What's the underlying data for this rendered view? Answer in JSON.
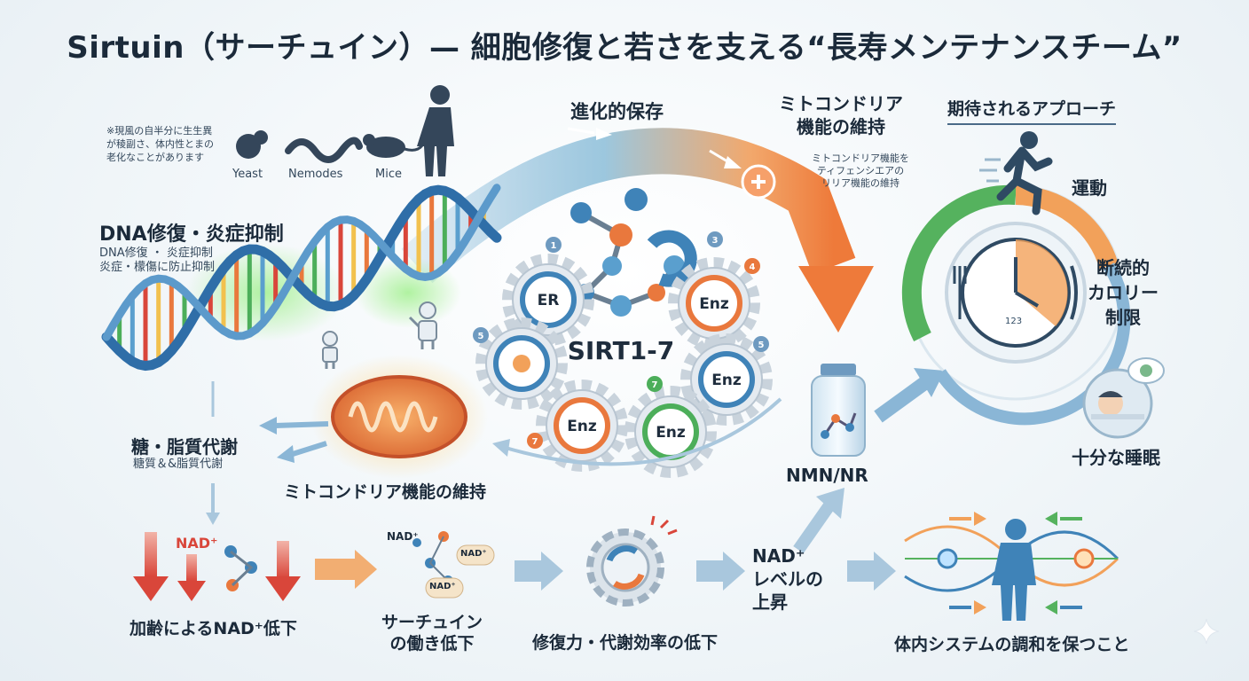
{
  "title": "Sirtuin（サーチュイン）— 細胞修復と若さを支える“長寿メンテナンスチーム”",
  "note": [
    "※現風の自半分に生生異",
    "が稜副さ、体内性とまの",
    "老化なことがあります"
  ],
  "organisms": [
    "Yeast",
    "Nemodes",
    "Mice"
  ],
  "top_arrow_label": "進化的保存",
  "mito_top": {
    "title": [
      "ミトコンドリア",
      "機能の維持"
    ],
    "sub": [
      "ミトコンドリア機能を",
      "ティフェンシエアの",
      "リリア機能の維持"
    ]
  },
  "approach": {
    "title": "期待されるアプローチ",
    "exercise": "運動",
    "fasting": [
      "断続的",
      "カロリー",
      "制限"
    ],
    "sleep": "十分な睡眠",
    "clock_text": "123"
  },
  "dna": {
    "title": "DNA修復・炎症抑制",
    "sub": [
      "DNA修復 ・ 炎症抑制",
      "炎症・檬傷に防止抑制"
    ]
  },
  "metabolism": {
    "title": "糖・脂質代謝",
    "sub": "糖質＆&脂質代謝"
  },
  "mito_bottom": "ミトコンドリア機能の維持",
  "center": {
    "label": "SIRT1-7",
    "gears": [
      "ER",
      "Enz",
      "Enz",
      "Enz",
      "Enz"
    ],
    "numbers": [
      "1",
      "3",
      "4",
      "5",
      "5",
      "7",
      "7"
    ]
  },
  "nmn": "NMN/NR",
  "bottom": {
    "nad_decline_molecule": "NAD⁺",
    "nad_decline": "加齢によるNAD⁺低下",
    "nad_molecules": [
      "NAD⁺",
      "NAD⁺",
      "NAD⁺"
    ],
    "sirtuin_decline": [
      "サーチュイン",
      "の働き低下"
    ],
    "repair_decline": "修復力・代謝効率の低下",
    "nad_rise": [
      "NAD⁺",
      "レベルの",
      "上昇"
    ],
    "harmony": "体内システムの調和を保つこと"
  },
  "colors": {
    "blue": "#3f7fb8",
    "orange": "#e9783d",
    "green": "#4cae5a",
    "red": "#d9463a",
    "gear": "#c9d3dc"
  }
}
